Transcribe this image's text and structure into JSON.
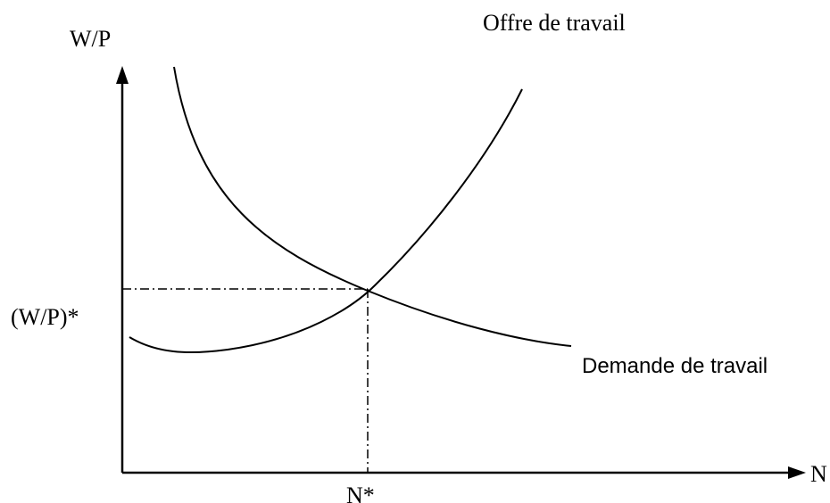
{
  "labels": {
    "y_axis": "W/P",
    "x_axis": "N",
    "equilibrium_wage": "(W/P)*",
    "equilibrium_quantity": "N*",
    "supply_curve": "Offre de travail",
    "demand_curve": "Demande de travail"
  },
  "colors": {
    "line": "#000000",
    "background": "#ffffff"
  }
}
